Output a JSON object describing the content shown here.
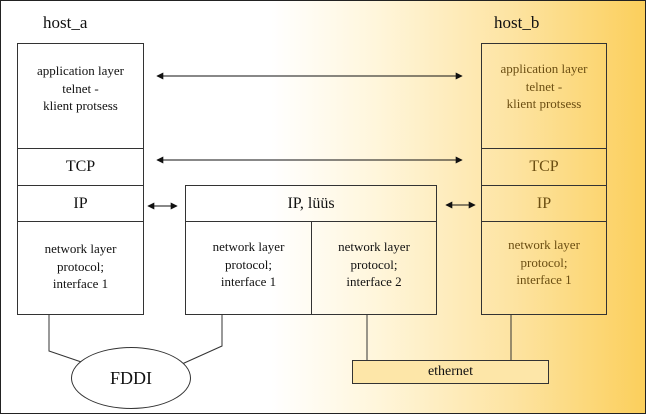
{
  "hosts": {
    "host_a": "host_a",
    "host_b": "host_b"
  },
  "stack": {
    "application": "application layer\ntelnet -\nklient protsess",
    "tcp": "TCP",
    "ip": "IP",
    "network": "network layer\nprotocol;\ninterface 1"
  },
  "gateway": {
    "ip": "IP,  lüüs",
    "network_1": "network layer\nprotocol;\ninterface 1",
    "network_2": "network layer\nprotocol;\ninterface 2"
  },
  "networks": {
    "fddi": "FDDI",
    "ethernet": "ethernet"
  },
  "colors": {
    "border": "#333333",
    "gradient_light": "#ffffff",
    "gradient_dark": "#fbcf5c",
    "ethernet_fill": "#fde6a8"
  }
}
